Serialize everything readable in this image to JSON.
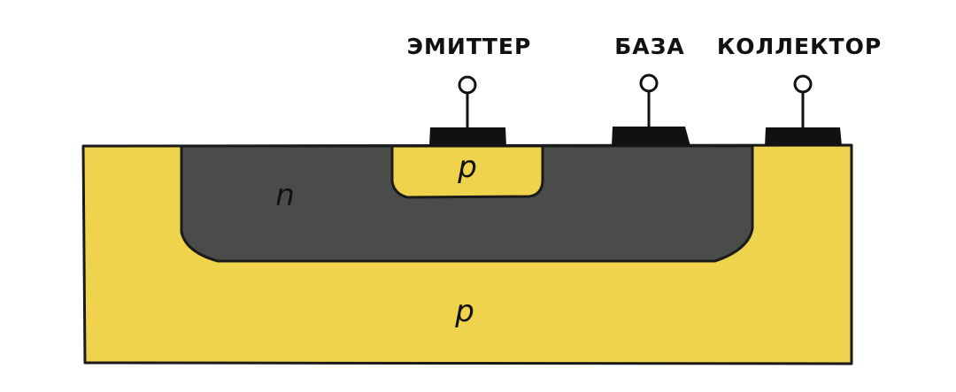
{
  "terminals": {
    "emitter": "ЭМИТТЕР",
    "base": "БАЗА",
    "collector": "КОЛЛЕКТОР"
  },
  "regions": {
    "substrate": "p",
    "well": "n",
    "emitter_region": "p"
  },
  "colors": {
    "p_type": "#f0d34c",
    "n_type": "#4a4c49",
    "contact": "#111111",
    "outline": "#1a1a1a"
  }
}
